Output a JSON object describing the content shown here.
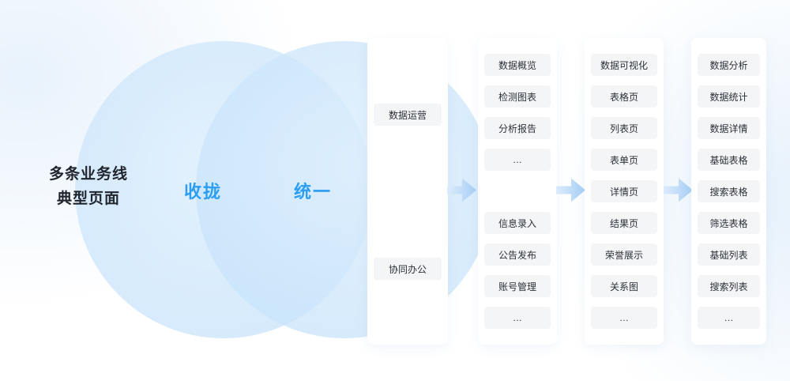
{
  "headline": {
    "line1": "多条业务线",
    "line2": "典型页面"
  },
  "stages": {
    "collect": "收拢",
    "unify": "统一"
  },
  "columns": [
    {
      "id": "business-lines",
      "items": [
        "数据运营",
        "协同办公"
      ]
    },
    {
      "id": "modules",
      "items": [
        "数据概览",
        "检测图表",
        "分析报告",
        "…",
        "信息录入",
        "公告发布",
        "账号管理",
        "…"
      ]
    },
    {
      "id": "page-types",
      "items": [
        "数据可视化",
        "表格页",
        "列表页",
        "表单页",
        "详情页",
        "结果页",
        "荣誉展示",
        "关系图",
        "…"
      ]
    },
    {
      "id": "templates",
      "items": [
        "数据分析",
        "数据统计",
        "数据详情",
        "基础表格",
        "搜索表格",
        "筛选表格",
        "基础列表",
        "搜索列表",
        "…"
      ]
    }
  ],
  "colors": {
    "accent_text": "#2b9df2",
    "circle_fill": "#cde3f9",
    "panel_bg": "#ffffff",
    "chip_bg": "#f3f5f7",
    "chip_text": "#2c3138",
    "arrow_start": "#dcebfc",
    "arrow_end": "#a6cef5"
  }
}
